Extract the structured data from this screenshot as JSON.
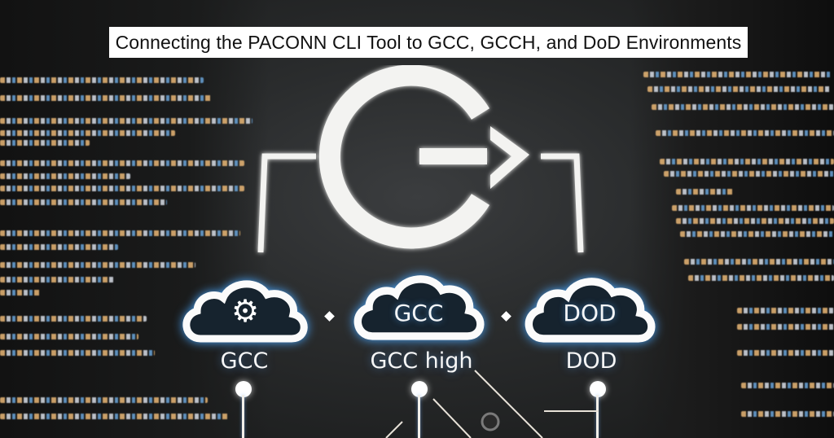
{
  "title": "Connecting the PACONN CLI Tool to GCC, GCCH, and DoD Environments",
  "logo": {
    "icon": "g-arrow-logo-icon"
  },
  "clouds": [
    {
      "inner_text": "",
      "icon": "gear-icon",
      "label": "GCC"
    },
    {
      "inner_text": "GCC",
      "icon": "cloud-icon",
      "label": "GCC high"
    },
    {
      "inner_text": "DOD",
      "icon": "cloud-icon",
      "label": "DOD"
    }
  ],
  "colors": {
    "accent_glow": "#4aa8ff",
    "foreground": "#ffffff",
    "background": "#1e1f20",
    "code_orange": "#e9b776",
    "code_blue": "#6aa4d8"
  }
}
